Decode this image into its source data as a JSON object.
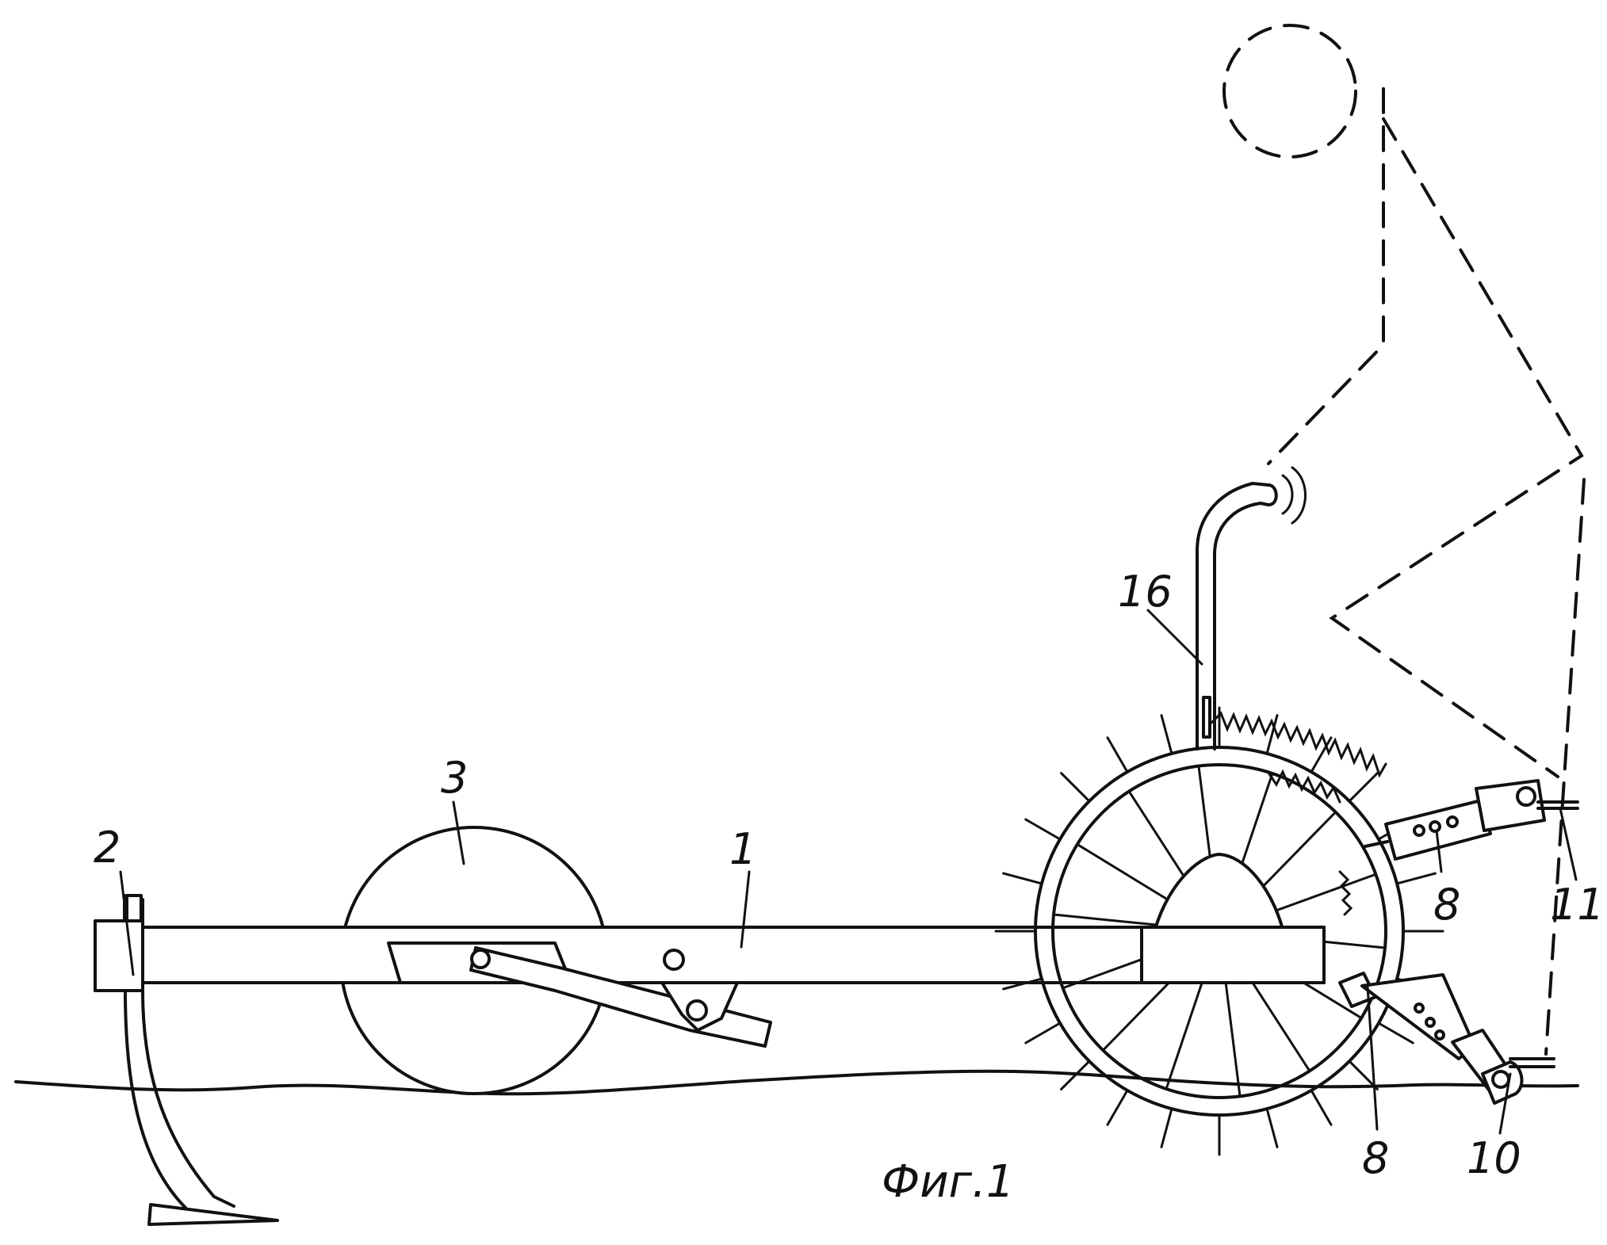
{
  "figure": {
    "caption": "Фиг.1"
  },
  "labels": {
    "frame": "1",
    "tine": "2",
    "disc": "3",
    "bracket_upper": "8",
    "bracket_lower": "8",
    "foot_lower": "10",
    "foot_upper": "11",
    "handle": "16"
  }
}
